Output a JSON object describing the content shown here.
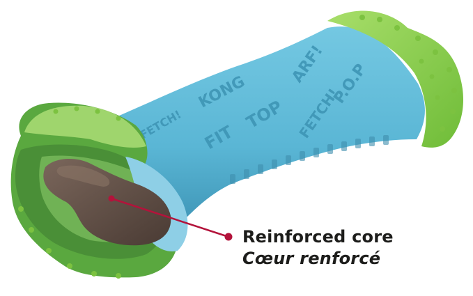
{
  "product": {
    "description_icon": "dog-bone-chew-toy",
    "colors": {
      "body": "#5fb9d6",
      "body_shadow": "#3f97b8",
      "cap": "#8fd14f",
      "cap_shadow": "#5eae2f",
      "cut_green": "#4f9a3c",
      "cut_light": "#a9d98a",
      "core": "#5a4a42",
      "core_highlight": "#7a665b",
      "cut_blue": "#8ecfe6",
      "pointer": "#b3133b"
    },
    "embossed_text": [
      "FETCH!",
      "KONG",
      "FIT",
      "TOP",
      "ARF!",
      "P.O.P",
      "FETCH!"
    ]
  },
  "annotation": {
    "label_en": "Reinforced core",
    "label_fr": "Cœur renforcé",
    "pointer_color": "#b3133b"
  }
}
